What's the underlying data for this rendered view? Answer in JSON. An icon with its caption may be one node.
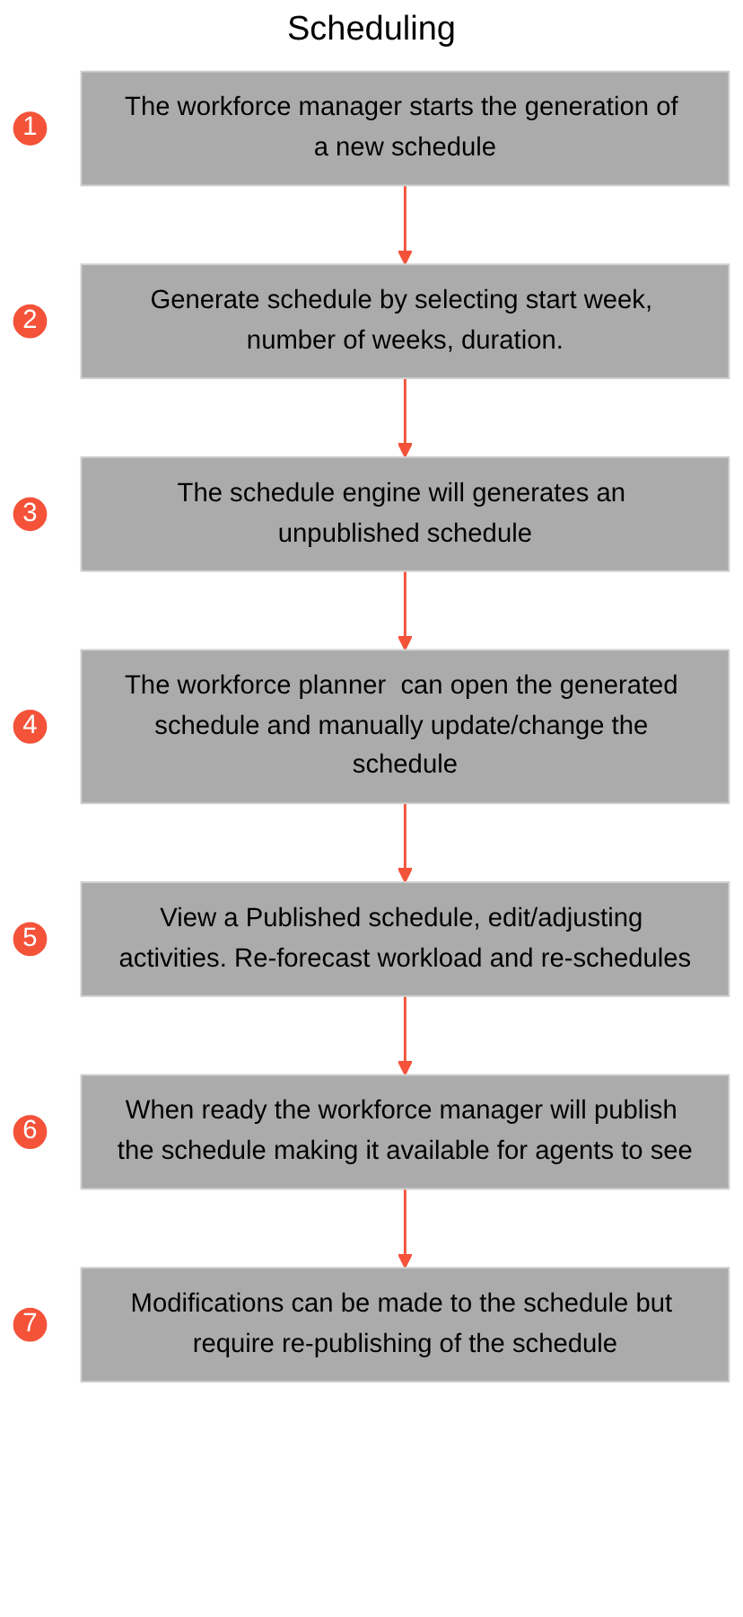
{
  "diagram": {
    "title": "Scheduling",
    "nodes": [
      {
        "text": [
          "1"
        ]
      },
      {
        "text": [
          "The workforce manager starts the generation of a new schedule"
        ]
      },
      {
        "text": [
          "2"
        ]
      },
      {
        "text": [
          "Generate schedule by selecting start week, number of weeks, duration."
        ]
      },
      {
        "text": [
          "3"
        ]
      },
      {
        "text": [
          "The schedule engine will generates an unpublished schedule"
        ]
      },
      {
        "text": [
          "4"
        ]
      },
      {
        "text": [
          "The workforce planner  can open the generated schedule and manually update/change the schedule"
        ]
      },
      {
        "text": [
          "5"
        ]
      },
      {
        "text": [
          "View a Published schedule, edit/adjusting activities. Re-forecast workload and re-schedules"
        ]
      },
      {
        "text": [
          "6"
        ]
      },
      {
        "text": [
          "When ready the workforce manager will publish the schedule making it available for agents to see"
        ]
      },
      {
        "text": [
          "7"
        ]
      },
      {
        "text": [
          "Modifications can be made to the schedule but require re-publishing of the schedule"
        ]
      }
    ],
    "edges": [
      {
        "from": 1,
        "to": 3,
        "arrow": "to"
      },
      {
        "from": 3,
        "to": 5,
        "arrow": "to"
      },
      {
        "from": 5,
        "to": 7,
        "arrow": "to"
      },
      {
        "from": 7,
        "to": 9,
        "arrow": "to"
      },
      {
        "from": 9,
        "to": 11,
        "arrow": "to"
      },
      {
        "from": 11,
        "to": 13,
        "arrow": "to"
      }
    ]
  }
}
